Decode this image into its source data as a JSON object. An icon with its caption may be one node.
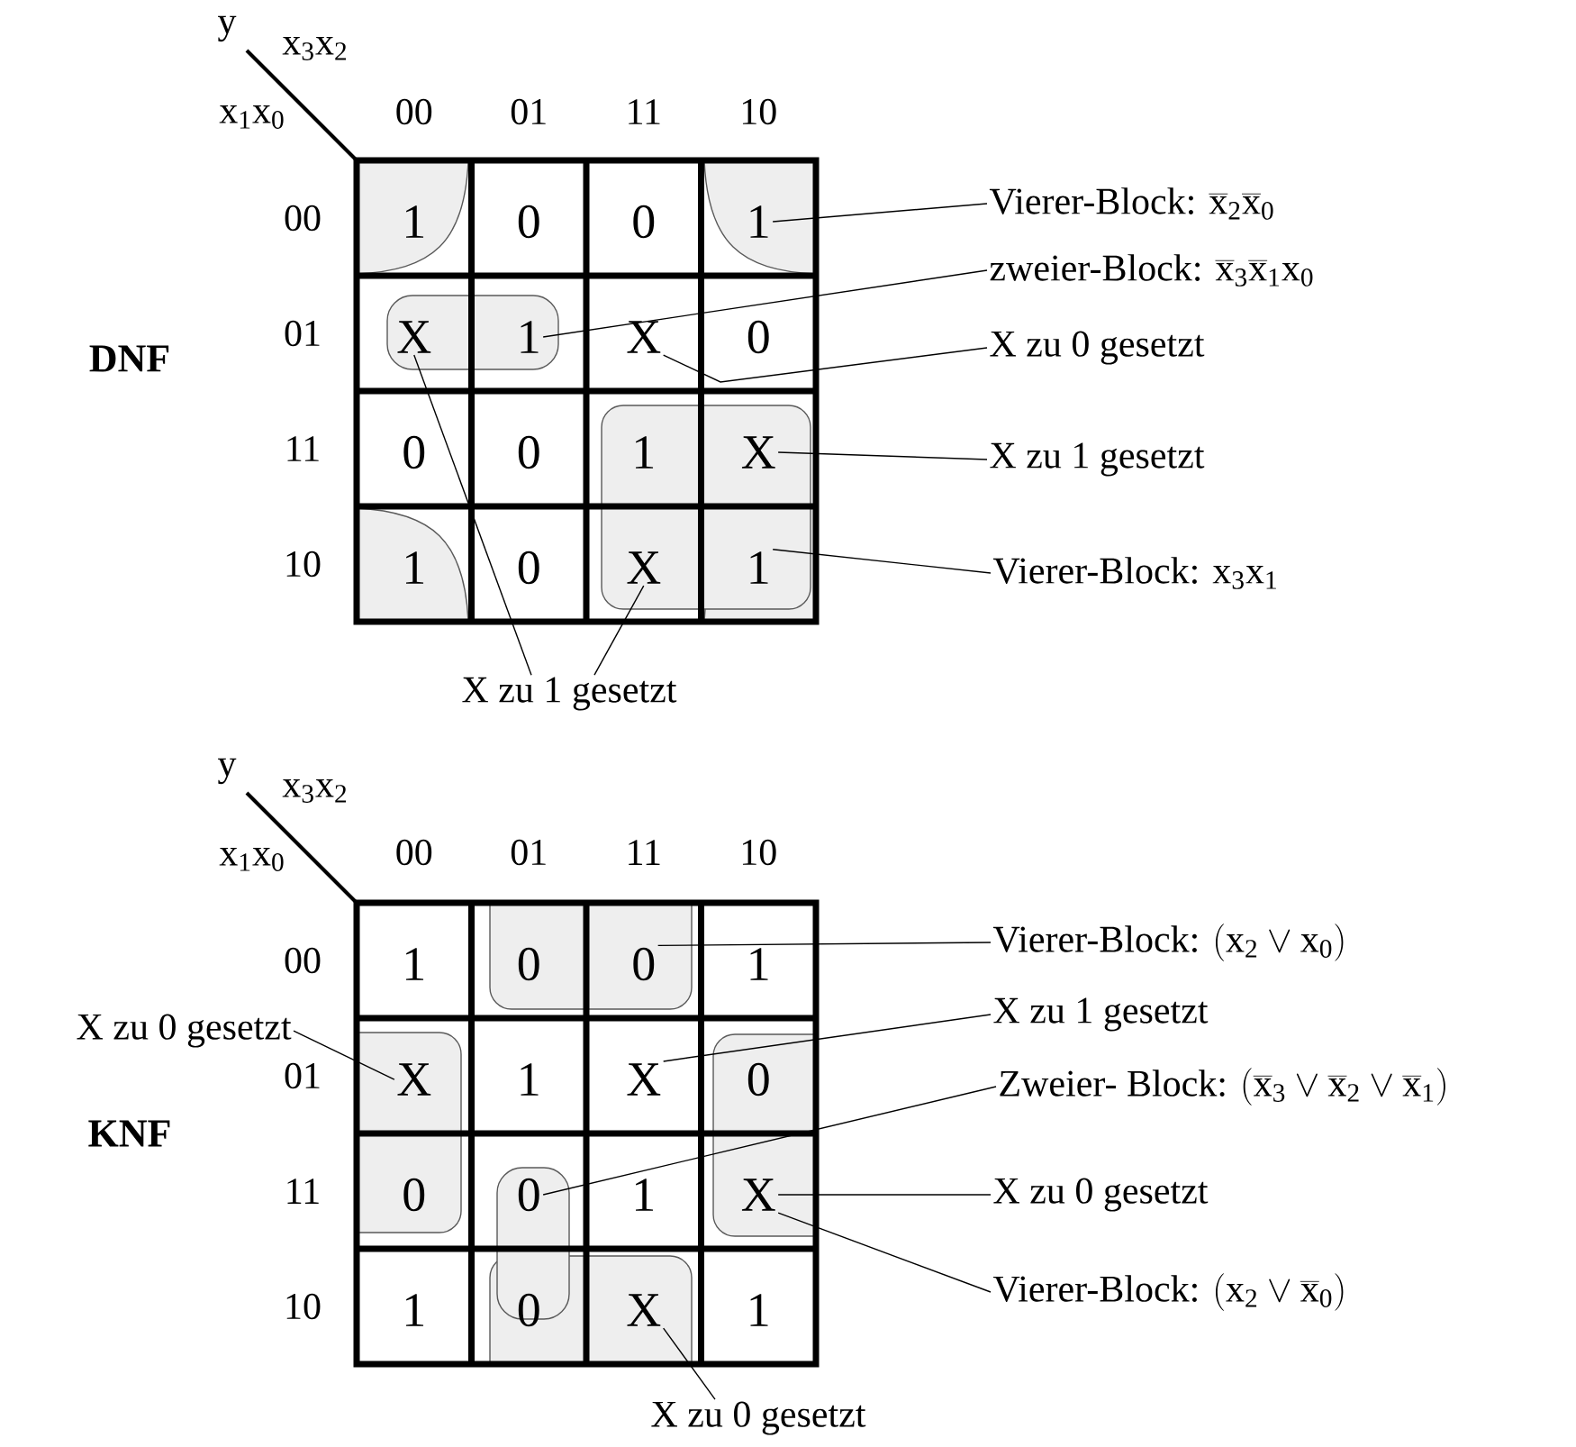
{
  "diagram": {
    "nodes": [
      {
        "text": [
          "1"
        ]
      },
      {
        "text": [
          "0"
        ]
      },
      {
        "text": [
          "0"
        ]
      },
      {
        "text": [
          "1"
        ]
      },
      {
        "text": [
          "X"
        ]
      },
      {
        "text": [
          "1"
        ]
      },
      {
        "text": [
          "X"
        ]
      },
      {
        "text": [
          "0"
        ]
      },
      {
        "text": [
          "0"
        ]
      },
      {
        "text": [
          "0"
        ]
      },
      {
        "text": [
          "1"
        ]
      },
      {
        "text": [
          "X"
        ]
      },
      {
        "text": [
          "1"
        ]
      },
      {
        "text": [
          "0"
        ]
      },
      {
        "text": [
          "X"
        ]
      },
      {
        "text": [
          "1"
        ]
      },
      {
        "text": [
          "Vierer-Block:",
          "\\mathrm{\\overline{x}_2\\overline{x}_0}"
        ]
      },
      {
        "text": [
          "zweier-Block:",
          "\\mathrm{\\overline{x}_3\\overline{x}_1x_0}"
        ]
      },
      {
        "text": [
          "X zu 0 gesetzt"
        ]
      },
      {
        "text": [
          "X zu 1 gesetzt"
        ]
      },
      {
        "text": [
          "Vierer-Block: x$_{3}$x$_{1}$"
        ]
      },
      {
        "text": [
          "X zu 1 gesetzt"
        ]
      },
      {
        "text": [
          "1"
        ]
      },
      {
        "text": [
          "0"
        ]
      },
      {
        "text": [
          "0"
        ]
      },
      {
        "text": [
          "1"
        ]
      },
      {
        "text": [
          "X"
        ]
      },
      {
        "text": [
          "1"
        ]
      },
      {
        "text": [
          "X"
        ]
      },
      {
        "text": [
          "0"
        ]
      },
      {
        "text": [
          "0"
        ]
      },
      {
        "text": [
          "0"
        ]
      },
      {
        "text": [
          "1"
        ]
      },
      {
        "text": [
          "X"
        ]
      },
      {
        "text": [
          "1"
        ]
      },
      {
        "text": [
          "0"
        ]
      },
      {
        "text": [
          "X"
        ]
      },
      {
        "text": [
          "1"
        ]
      },
      {
        "text": [
          "Vierer-Block:",
          "\\mathrm{(x_2 \\vee x_0)}"
        ]
      },
      {
        "text": [
          "X zu 1 gesetzt"
        ]
      },
      {
        "text": [
          "X zu 0 gesetzt"
        ]
      },
      {
        "text": [
          "Zweier- Block:",
          "\\mathrm{(\\overline{x}_3 \\vee \\overline{x}_2 \\vee \\overline{x}_1)}"
        ]
      },
      {
        "text": [
          "X zu 0 gesetzt"
        ]
      },
      {
        "text": [
          "Vierer-Block:",
          "\\mathrm{(x_2 \\vee \\overline{x}_0)}"
        ]
      },
      {
        "text": [
          "X zu 0 gesetzt"
        ]
      }
    ],
    "edges": [
      {
        "from": 16,
        "to": 3,
        "arrow": "none"
      },
      {
        "from": 17,
        "to": 5,
        "arrow": "none"
      },
      {
        "from": 18,
        "to": 6,
        "arrow": "none"
      },
      {
        "from": 19,
        "to": 11,
        "arrow": "none"
      },
      {
        "from": 20,
        "to": 15,
        "arrow": "none"
      },
      {
        "from": 21,
        "to": 4,
        "arrow": "none"
      },
      {
        "from": 21,
        "to": 14,
        "arrow": "none"
      },
      {
        "from": 38,
        "to": 24,
        "arrow": "none"
      },
      {
        "from": 39,
        "to": 28,
        "arrow": "none"
      },
      {
        "from": 40,
        "to": 26,
        "arrow": "none"
      },
      {
        "from": 41,
        "to": 31,
        "arrow": "none"
      },
      {
        "from": 42,
        "to": 33,
        "arrow": "none"
      },
      {
        "from": 43,
        "to": 33,
        "arrow": "none"
      },
      {
        "from": 44,
        "to": 36,
        "arrow": "none"
      }
    ],
    "labels": [
      "y",
      "x$_{3}$x$_{2}$",
      "x$_{1}$x$_{0}$",
      "00",
      "01",
      "11",
      "10",
      "00",
      "01",
      "11",
      "10",
      "DNF",
      "y",
      "x$_{3}$x$_{2}$",
      "x$_{1}$x$_{0}$",
      "00",
      "01",
      "11",
      "10",
      "00",
      "01",
      "11",
      "10",
      "KNF"
    ]
  }
}
